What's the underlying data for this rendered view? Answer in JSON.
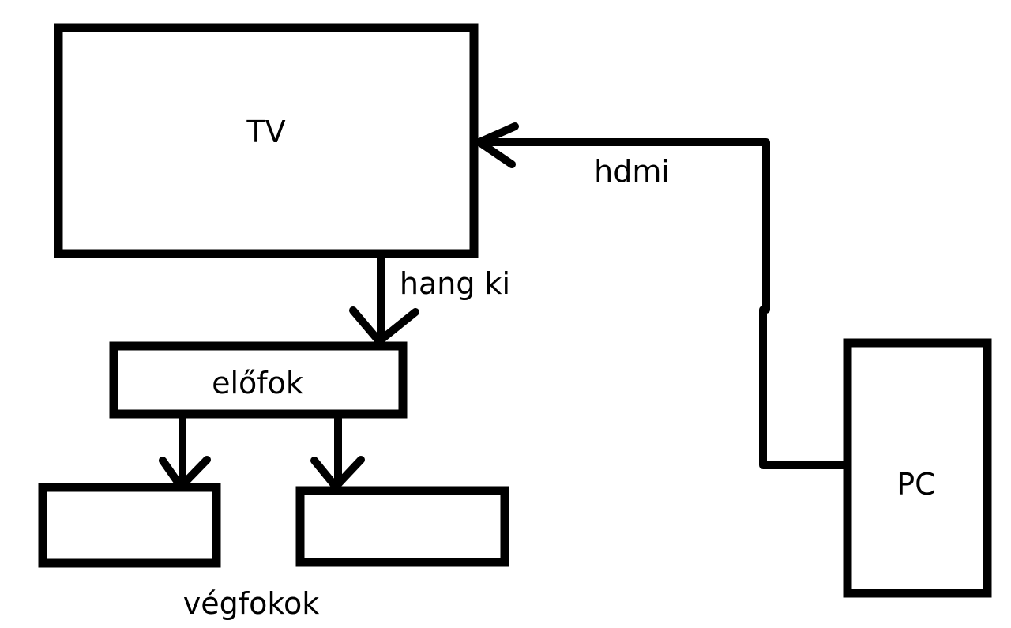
{
  "nodes": {
    "tv": {
      "label": "TV"
    },
    "preamp": {
      "label": "előfok"
    },
    "pc": {
      "label": "PC"
    },
    "amps": {
      "label": "végfokok"
    }
  },
  "edges": {
    "hdmi": {
      "label": "hdmi"
    },
    "audio_out": {
      "label": "hang ki"
    }
  },
  "colors": {
    "stroke": "#000000",
    "background": "#ffffff"
  }
}
